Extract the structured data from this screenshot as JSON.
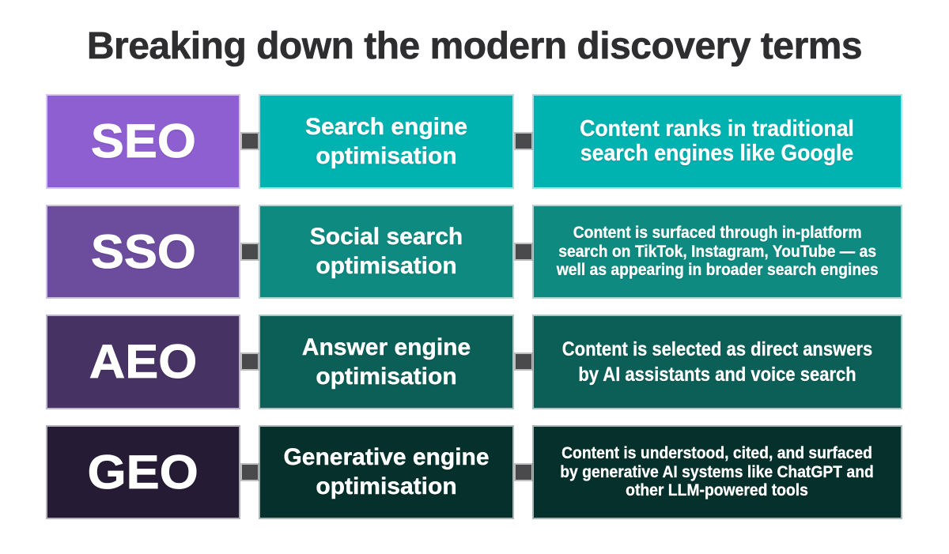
{
  "title": "Breaking down the modern discovery terms",
  "colors": {
    "title": "#2e2e30",
    "background": "#ffffff",
    "connector": "#4a4a4c"
  },
  "rows": [
    {
      "acronym": "SEO",
      "acronym_color": "#8d5fd1",
      "row_color": "#00b2b0",
      "term": "Search engine\noptimisation",
      "desc": "Content ranks in traditional\nsearch engines like Google"
    },
    {
      "acronym": "SSO",
      "acronym_color": "#6c4c9d",
      "row_color": "#0e8a80",
      "term": "Social search\noptimisation",
      "desc": "Content is surfaced through in-platform\nsearch on TikTok, Instagram, YouTube — as\nwell as appearing in broader search engines"
    },
    {
      "acronym": "AEO",
      "acronym_color": "#473264",
      "row_color": "#0b5f57",
      "term": "Answer engine\noptimisation",
      "desc": "Content is selected as direct answers\nby AI assistants and voice search"
    },
    {
      "acronym": "GEO",
      "acronym_color": "#261b35",
      "row_color": "#05302b",
      "term": "Generative engine\noptimisation",
      "desc": "Content is understood, cited, and surfaced\nby generative AI systems like ChatGPT and\nother LLM-powered tools"
    }
  ]
}
